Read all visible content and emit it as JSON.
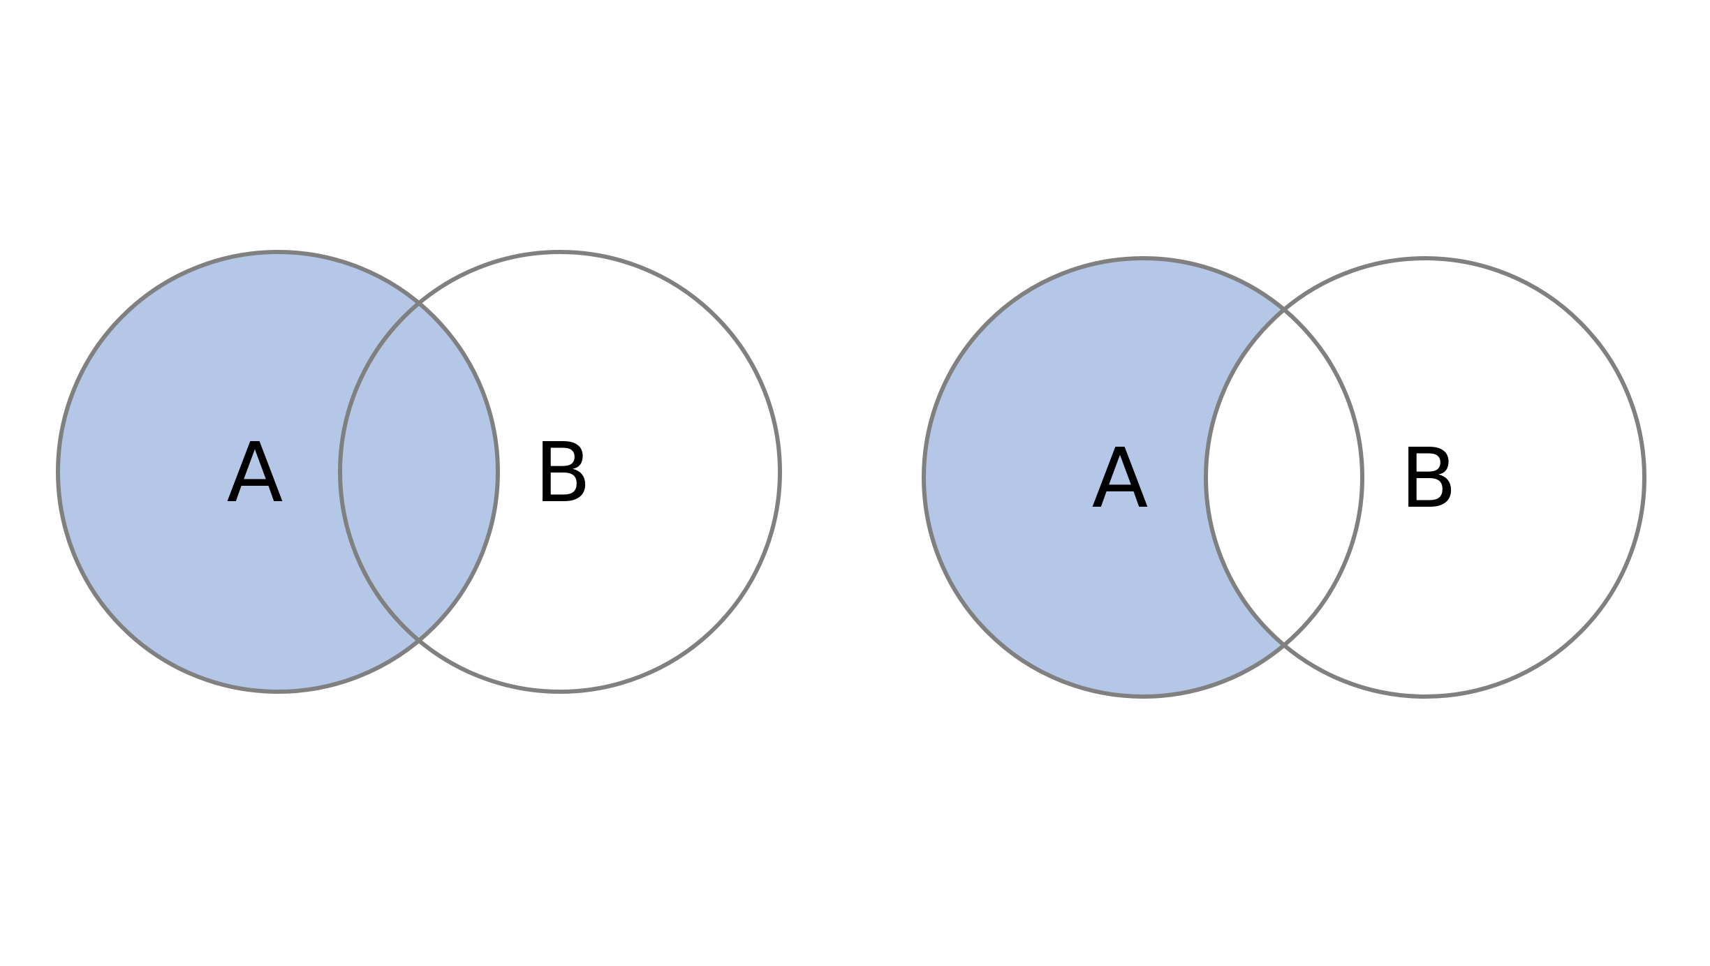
{
  "diagrams": [
    {
      "shaded_region": "A",
      "sets": [
        {
          "label": "A"
        },
        {
          "label": "B"
        }
      ]
    },
    {
      "shaded_region": "A minus B",
      "sets": [
        {
          "label": "A"
        },
        {
          "label": "B"
        }
      ]
    }
  ],
  "colors": {
    "fill": "#b4c7e7",
    "stroke": "#808080",
    "background": "#ffffff",
    "text": "#000000"
  }
}
